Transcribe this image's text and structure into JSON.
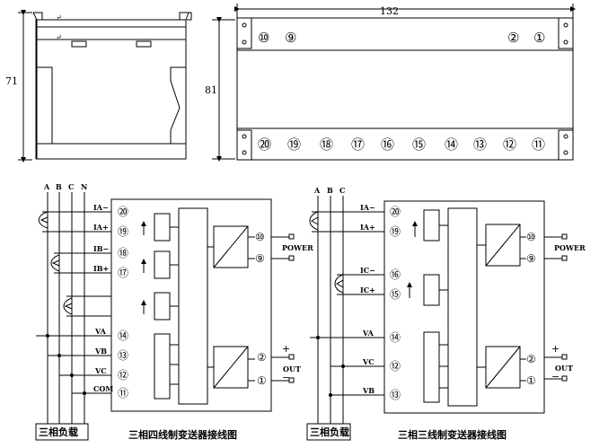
{
  "dims": {
    "height_side": "71",
    "width_top": "132",
    "height_top": "81"
  },
  "top_terminals": [
    "⑩",
    "⑨",
    "②",
    "①"
  ],
  "bottom_terminals": [
    "⑳",
    "⑲",
    "⑱",
    "⑰",
    "⑯",
    "⑮",
    "⑭",
    "⑬",
    "⑫",
    "⑪"
  ],
  "left_diagram": {
    "phases": [
      "A",
      "B",
      "C",
      "N"
    ],
    "inputs": [
      "IA−",
      "IA+",
      "IB−",
      "IB+",
      "VA",
      "VB",
      "VC",
      "COM"
    ],
    "pins": [
      "⑳",
      "⑲",
      "⑱",
      "⑰",
      "⑭",
      "⑬",
      "⑫",
      "⑪"
    ],
    "power_label": "POWER",
    "power_pins": [
      "⑩",
      "⑨"
    ],
    "out_label": "OUT",
    "out_pins": [
      "②",
      "①"
    ],
    "plus": "+",
    "minus": "−",
    "load_label": "三相负载",
    "caption": "三相四线制变送器接线图"
  },
  "right_diagram": {
    "phases": [
      "A",
      "B",
      "C"
    ],
    "inputs": [
      "IA−",
      "IA+",
      "IC−",
      "IC+",
      "VA",
      "VC",
      "VB"
    ],
    "pins": [
      "⑳",
      "⑲",
      "⑯",
      "⑮",
      "⑭",
      "⑫",
      "⑬"
    ],
    "power_label": "POWER",
    "power_pins": [
      "⑩",
      "⑨"
    ],
    "out_label": "OUT",
    "out_pins": [
      "②",
      "①"
    ],
    "plus": "+",
    "minus": "−",
    "load_label": "三相负载",
    "caption": "三相三线制变送器接线图"
  }
}
